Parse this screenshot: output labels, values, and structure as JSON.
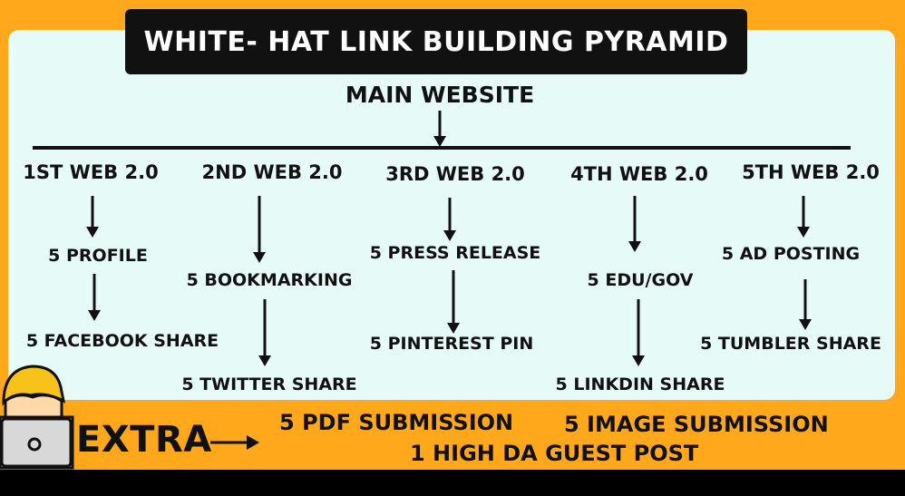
{
  "title": "WHITE- HAT LINK BUILDING PYRAMID",
  "main_website": "MAIN WEBSITE",
  "columns": [
    {
      "head": "1ST WEB 2.0",
      "item1": "5 PROFILE",
      "item2": "5 FACEBOOK SHARE"
    },
    {
      "head": "2ND WEB 2.0",
      "item1": "5 BOOKMARKING",
      "item2": "5 TWITTER SHARE"
    },
    {
      "head": "3RD WEB 2.0",
      "item1": "5 PRESS RELEASE",
      "item2": "5 PINTEREST PIN"
    },
    {
      "head": "4TH WEB 2.0",
      "item1": "5 EDU/GOV",
      "item2": "5 LINKDIN SHARE"
    },
    {
      "head": "5TH WEB 2.0",
      "item1": "5 AD POSTING",
      "item2": "5 TUMBLER SHARE"
    }
  ],
  "extra": {
    "label": "EXTRA",
    "items": [
      "5 PDF SUBMISSION",
      "5 IMAGE SUBMISSION",
      "1 HIGH DA GUEST POST"
    ]
  },
  "colors": {
    "frame": "#FFA81C",
    "panel": "#E6FBF7",
    "title_bg": "#111111",
    "title_text": "#FFFFFF",
    "text": "#111111"
  },
  "icons": [
    "down-arrow-icon",
    "right-arrow-icon",
    "mascot-laptop-icon"
  ]
}
